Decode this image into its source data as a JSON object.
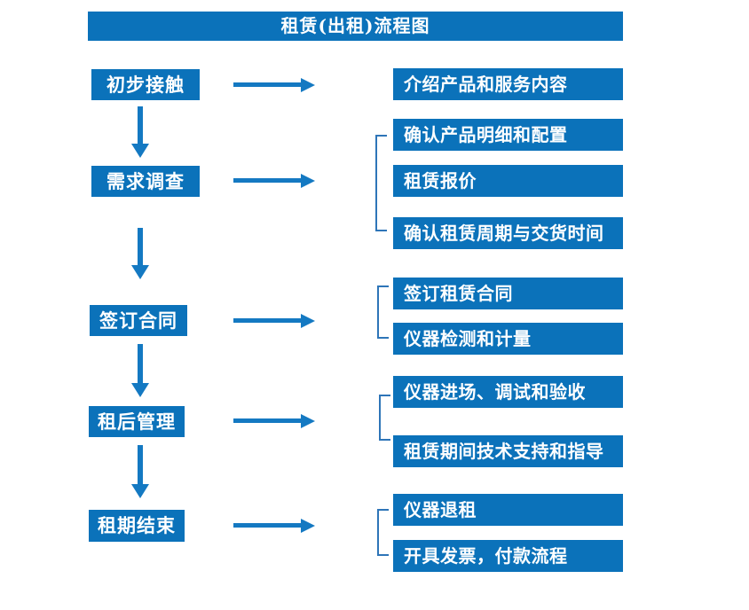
{
  "title": "租赁(出租)流程图",
  "colors": {
    "box_blue": "#0b72ba",
    "arrow_blue": "#1479c2",
    "bracket_blue": "#2e75b8",
    "text_white": "#ffffff",
    "background": "#ffffff"
  },
  "flow": {
    "steps": [
      {
        "label": "初步接触",
        "outputs": [
          "介绍产品和服务内容"
        ]
      },
      {
        "label": "需求调查",
        "outputs": [
          "确认产品明细和配置",
          "租赁报价",
          "确认租赁周期与交货时间"
        ]
      },
      {
        "label": "签订合同",
        "outputs": [
          "签订租赁合同",
          "仪器检测和计量"
        ]
      },
      {
        "label": "租后管理",
        "outputs": [
          "仪器进场、调试和验收",
          "租赁期间技术支持和指导"
        ]
      },
      {
        "label": "租期结束",
        "outputs": [
          "仪器退租",
          "开具发票，付款流程"
        ]
      }
    ]
  }
}
